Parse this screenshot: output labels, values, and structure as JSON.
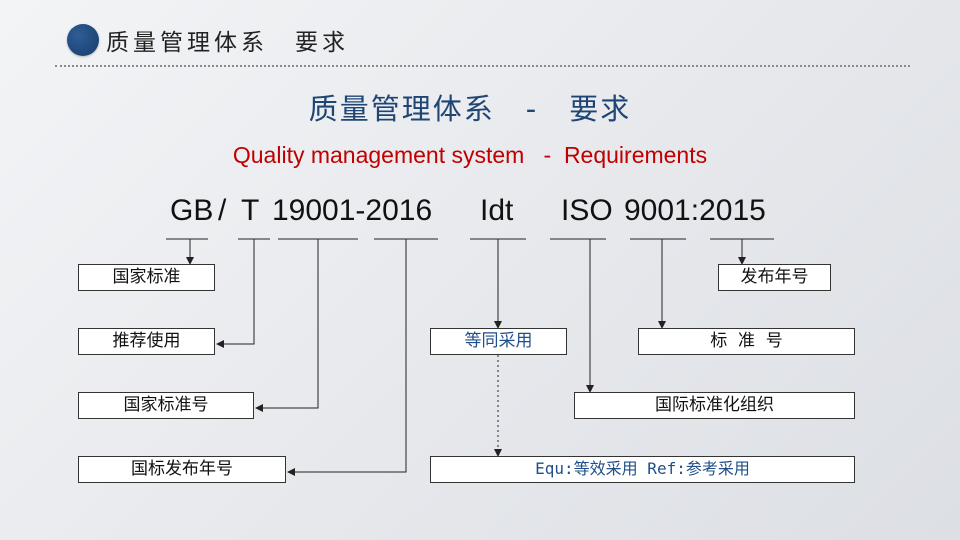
{
  "header": {
    "title": "质量管理体系　要求"
  },
  "main": {
    "title_cn": "质量管理体系　-　要求",
    "title_en": "Quality management system   -  Requirements",
    "code_parts": [
      "GB",
      "/",
      "T",
      "19001-2016",
      "Idt",
      "ISO",
      "9001:2015"
    ]
  },
  "labels": {
    "national_standard": "国家标准",
    "recommended_use": "推荐使用",
    "national_standard_number": "国家标准号",
    "national_standard_release_year": "国标发布年号",
    "identical_adoption": "等同采用",
    "equ_ref": "Equ:等效采用 Ref:参考采用",
    "release_year": "发布年号",
    "standard_number": "标  准  号",
    "iso": "国际标准化组织"
  },
  "colors": {
    "title_cn": "#1f4574",
    "title_en": "#c00000",
    "accent_dot": "#1f4574",
    "box_text_blue": "#1f4f8a"
  }
}
